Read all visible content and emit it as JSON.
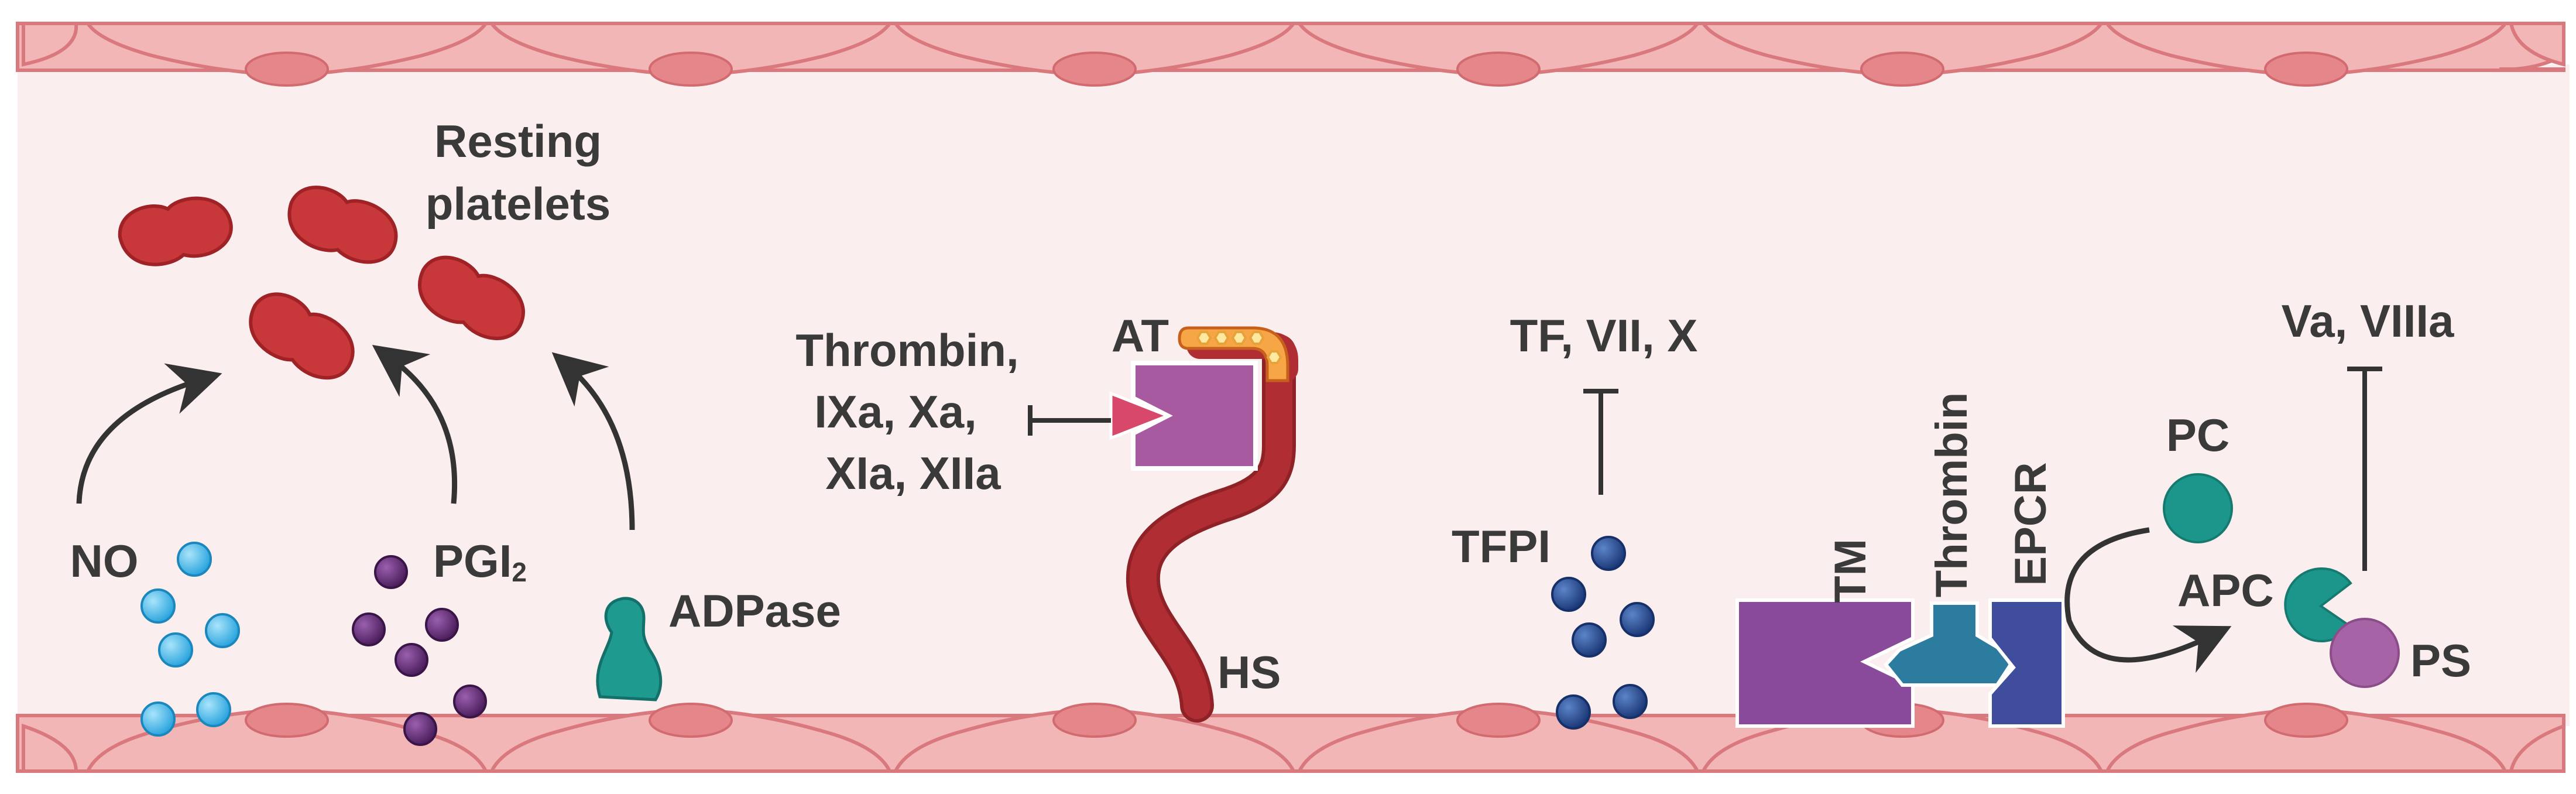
{
  "colors": {
    "vessel_lumen": "#fbeeee",
    "endothelial_cell": "#f2b6b7",
    "endothelial_outline": "#d9797d",
    "nucleus": "#e5868a",
    "platelet": "#c8373a",
    "no_molecule": "#3fb6ea",
    "pgi2_molecule": "#6a2f7d",
    "adpase": "#1f9a8e",
    "hs_chain": "#b02e33",
    "at_protein": "#a85aa0",
    "tfpi_molecule": "#2a4f96",
    "tm": "#8a4a9c",
    "thrombin": "#2b7c9e",
    "epcr": "#3f4d9c",
    "pc_apc": "#1c968a",
    "ps": "#a663a5",
    "text": "#3a3a3a"
  },
  "labels": {
    "resting_platelets_line1": "Resting",
    "resting_platelets_line2": "platelets",
    "no": "NO",
    "pgi2_base": "PGI",
    "pgi2_sub": "2",
    "adpase": "ADPase",
    "thrombin_targets_line1": "Thrombin,",
    "thrombin_targets_line2": "IXa, Xa,",
    "thrombin_targets_line3": "XIa, XIIa",
    "at": "AT",
    "hs": "HS",
    "tf_vii_x": "TF, VII, X",
    "tfpi": "TFPI",
    "tm": "TM",
    "thrombin": "Thrombin",
    "epcr": "EPCR",
    "pc": "PC",
    "apc": "APC",
    "ps": "PS",
    "va_viiia": "Va, VIIIa"
  }
}
